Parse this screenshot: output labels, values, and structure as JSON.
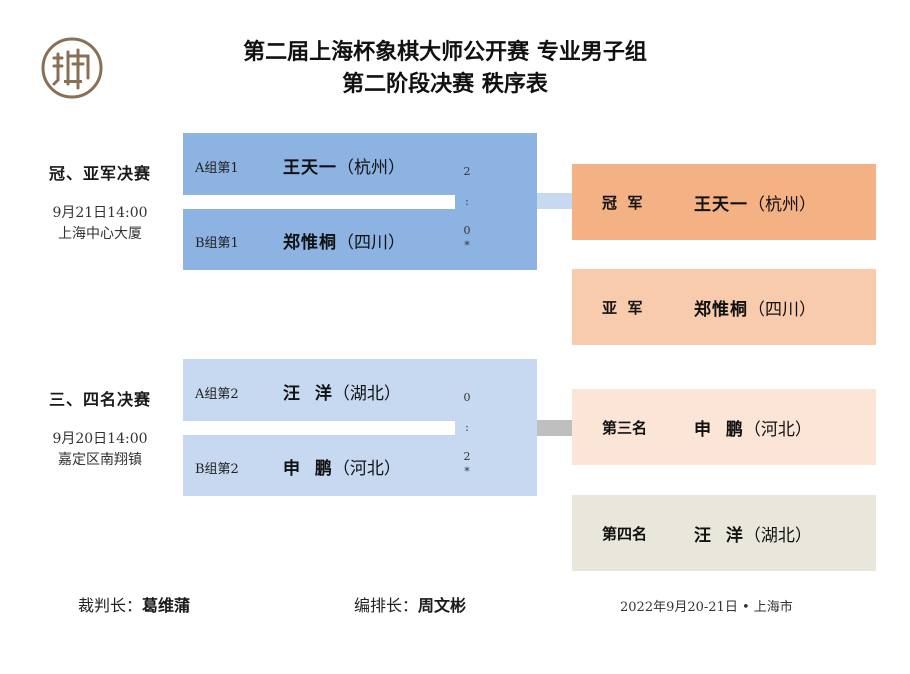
{
  "title": {
    "line1": "第二届上海杯象棋大师公开赛  专业男子组",
    "line2": "第二阶段决赛  秩序表"
  },
  "final": {
    "label": "冠、亚军决赛",
    "time": "9月21日14:00",
    "venue": "上海中心大厦",
    "top": {
      "seed": "A组第1",
      "name": "王天一",
      "city": "（杭州）"
    },
    "bottom": {
      "seed": "B组第1",
      "name": "郑惟桐",
      "city": "（四川）"
    },
    "score": [
      "2",
      ":",
      "0",
      "*"
    ]
  },
  "third_place": {
    "label": "三、四名决赛",
    "time": "9月20日14:00",
    "venue": "嘉定区南翔镇",
    "top": {
      "seed": "A组第2",
      "name": "汪  洋",
      "city": "（湖北）"
    },
    "bottom": {
      "seed": "B组第2",
      "name": "申  鹏",
      "city": "（河北）"
    },
    "score": [
      "0",
      ":",
      "2",
      "*"
    ]
  },
  "results": {
    "champion": {
      "rank": "冠  军",
      "name": "王天一",
      "city": "（杭州）"
    },
    "runner_up": {
      "rank": "亚  军",
      "name": "郑惟桐",
      "city": "（四川）"
    },
    "third": {
      "rank": "第三名",
      "name": "申  鹏",
      "city": "（河北）"
    },
    "fourth": {
      "rank": "第四名",
      "name": "汪  洋",
      "city": "（湖北）"
    }
  },
  "footer": {
    "referee_label": "裁判长：",
    "referee": "葛维蒲",
    "scheduler_label": "编排长：",
    "scheduler": "周文彬",
    "date_location": "2022年9月20-21日 • 上海市"
  },
  "colors": {
    "final_box": "#8db3e2",
    "third_box": "#c6d9f1",
    "champion": "#f4b183",
    "runner_up": "#f8cbad",
    "third": "#fbe5d6",
    "fourth": "#e9e6dc",
    "logo": "#8b6f55"
  }
}
